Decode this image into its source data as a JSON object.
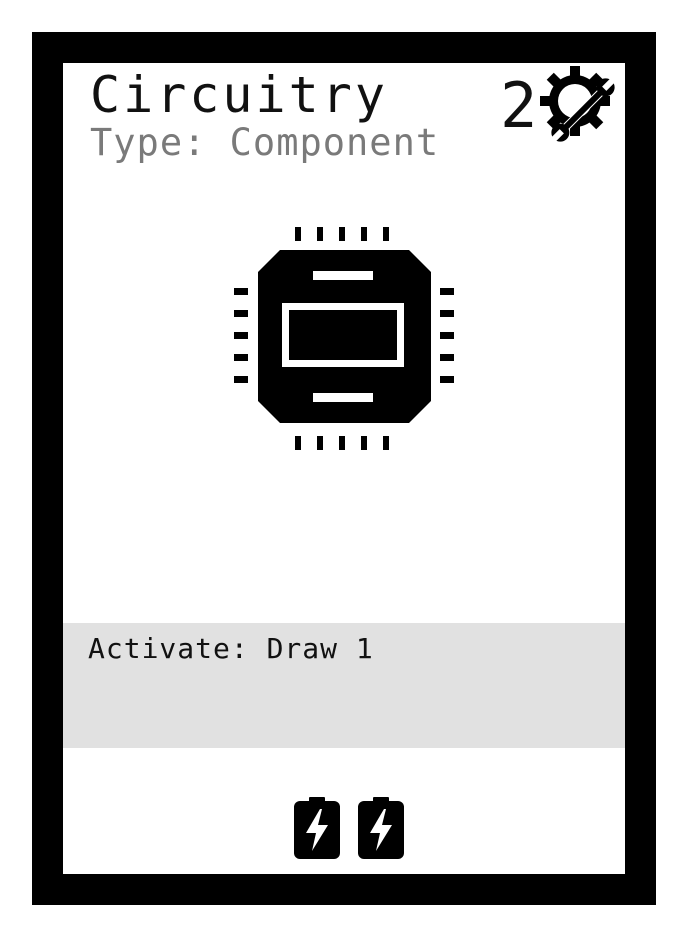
{
  "card": {
    "title": "Circuitry",
    "type_line": "Type: Component",
    "cost": "2",
    "cost_icon": "gear-wrench-icon",
    "art_icon": "cpu-chip-icon",
    "ability": "Activate: Draw 1",
    "energy_icons": [
      "battery-bolt-icon",
      "battery-bolt-icon"
    ]
  },
  "colors": {
    "frame": "#000000",
    "card_background": "#ffffff",
    "ability_background": "#e1e1e1",
    "title_text": "#111111",
    "type_text": "#7a7a7a"
  }
}
